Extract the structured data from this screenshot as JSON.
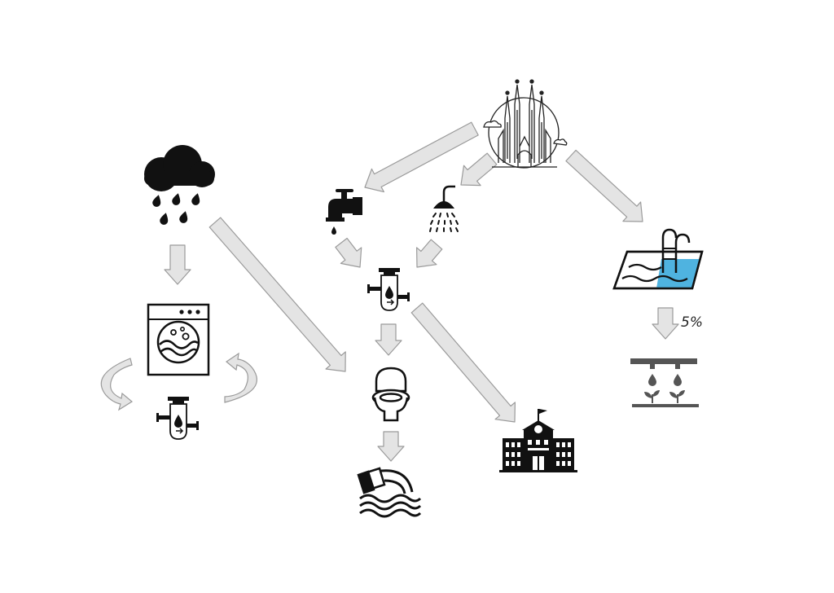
{
  "diagram": {
    "colors": {
      "arrow_fill": "#e4e4e4",
      "arrow_stroke": "#9a9a9a",
      "icon_ink": "#111111",
      "water_blue": "#4fb3e0"
    },
    "nodes": [
      {
        "id": "rain",
        "icon": "rain-cloud-icon"
      },
      {
        "id": "washing-machine",
        "icon": "washing-machine-icon"
      },
      {
        "id": "filter-left",
        "icon": "water-filter-icon"
      },
      {
        "id": "city",
        "icon": "sagrada-familia-icon"
      },
      {
        "id": "tap",
        "icon": "water-tap-icon"
      },
      {
        "id": "shower",
        "icon": "shower-icon"
      },
      {
        "id": "filter-center",
        "icon": "water-filter-icon"
      },
      {
        "id": "toilet",
        "icon": "toilet-icon"
      },
      {
        "id": "sewer",
        "icon": "sewage-outlet-icon"
      },
      {
        "id": "school",
        "icon": "school-building-icon"
      },
      {
        "id": "pool",
        "icon": "swimming-pool-icon"
      },
      {
        "id": "irrigation",
        "icon": "drip-irrigation-icon"
      }
    ],
    "edges": [
      {
        "from": "rain",
        "to": "washing-machine"
      },
      {
        "from": "rain",
        "to": "toilet"
      },
      {
        "from": "washing-machine",
        "to": "filter-left"
      },
      {
        "from": "filter-left",
        "to": "washing-machine"
      },
      {
        "from": "city",
        "to": "tap"
      },
      {
        "from": "city",
        "to": "shower"
      },
      {
        "from": "city",
        "to": "pool"
      },
      {
        "from": "tap",
        "to": "filter-center"
      },
      {
        "from": "shower",
        "to": "filter-center"
      },
      {
        "from": "filter-center",
        "to": "toilet"
      },
      {
        "from": "filter-center",
        "to": "school"
      },
      {
        "from": "toilet",
        "to": "sewer"
      },
      {
        "from": "pool",
        "to": "irrigation",
        "label": "5%"
      }
    ]
  }
}
